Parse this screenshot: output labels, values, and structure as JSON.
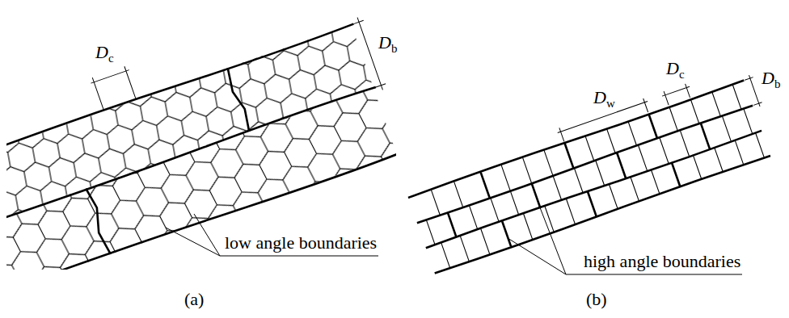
{
  "diagram": {
    "labels": [
      "Dc",
      "Db",
      "low angle boundaries",
      "(a)",
      "Dc",
      "Dw",
      "Db",
      "high angle boundaries",
      "(b)"
    ]
  }
}
